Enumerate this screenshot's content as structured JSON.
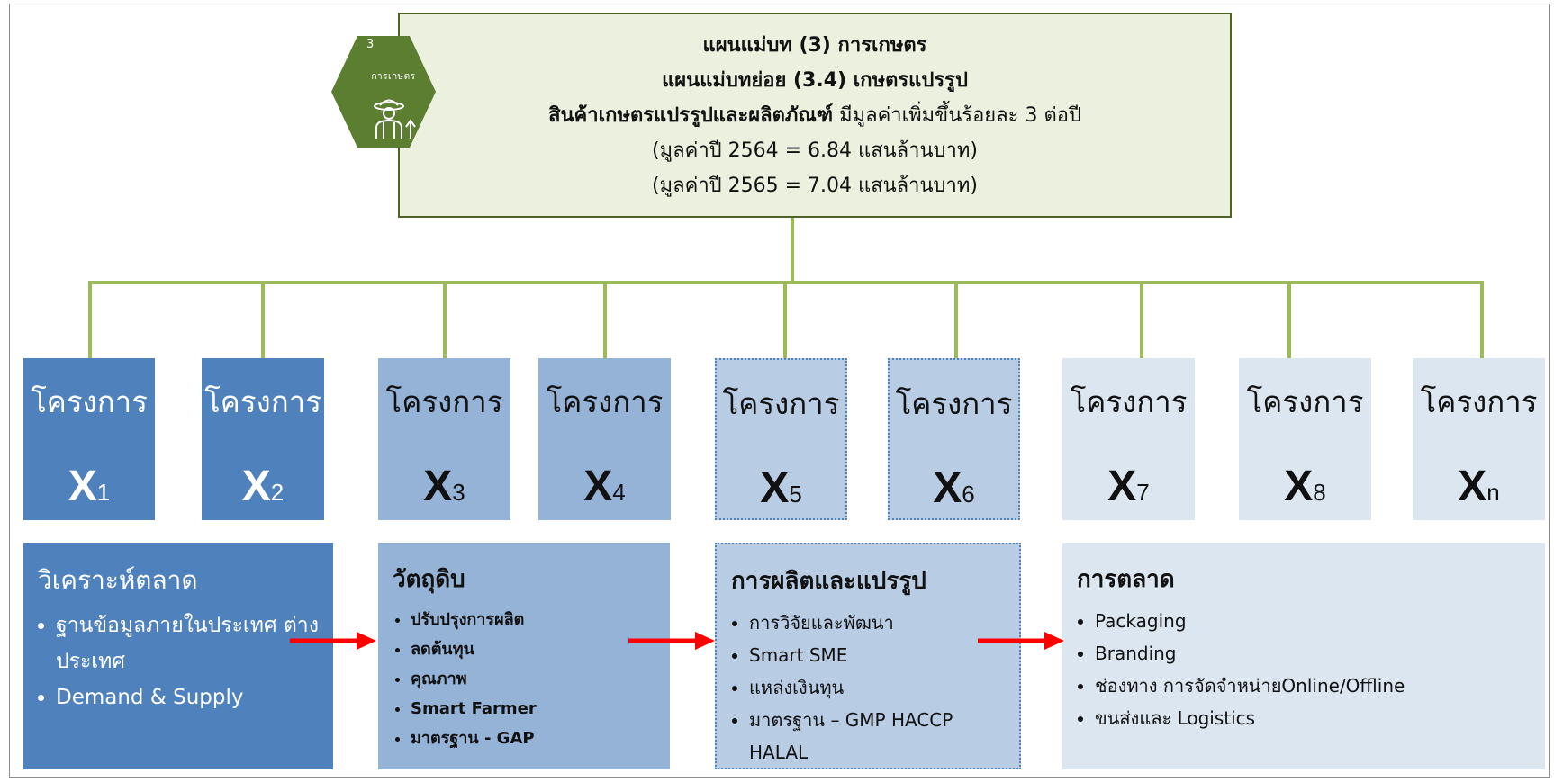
{
  "header": {
    "line1": "แผนแม่บท (3) การเกษตร",
    "line2": "แผนแม่บทย่อย (3.4) เกษตรแปรรูป",
    "line3_bold": "สินค้าเกษตรแปรรูปและผลิตภัณฑ์",
    "line3_rest": " มีมูลค่าเพิ่มขึ้นร้อยละ 3 ต่อปี",
    "line4": "(มูลค่าปี 2564 = 6.84 แสนล้านบาท)",
    "line5": "(มูลค่าปี 2565 = 7.04 แสนล้านบาท)"
  },
  "badge": {
    "number": "3",
    "label": "การเกษตร",
    "icon": "farmer-icon",
    "color": "#5b7e31"
  },
  "projects": [
    {
      "title": "โครงการ",
      "var": "X",
      "sub": "1"
    },
    {
      "title": "โครงการ",
      "var": "X",
      "sub": "2"
    },
    {
      "title": "โครงการ",
      "var": "X",
      "sub": "3"
    },
    {
      "title": "โครงการ",
      "var": "X",
      "sub": "4"
    },
    {
      "title": "โครงการ",
      "var": "X",
      "sub": "5"
    },
    {
      "title": "โครงการ",
      "var": "X",
      "sub": "6"
    },
    {
      "title": "โครงการ",
      "var": "X",
      "sub": "7"
    },
    {
      "title": "โครงการ",
      "var": "X",
      "sub": "8"
    },
    {
      "title": "โครงการ",
      "var": "X",
      "sub": "n"
    }
  ],
  "stages": [
    {
      "title": "วิเคราะห์ตลาด",
      "items": [
        "ฐานข้อมูลภายในประเทศ ต่างประเทศ",
        "Demand & Supply"
      ]
    },
    {
      "title": "วัตถุดิบ",
      "items": [
        "ปรับปรุงการผลิต",
        "ลดต้นทุน",
        "คุณภาพ",
        "Smart Farmer",
        "มาตรฐาน - GAP"
      ]
    },
    {
      "title": "การผลิตและแปรรูป",
      "items": [
        "การวิจัยและพัฒนา",
        "Smart SME",
        "แหล่งเงินทุน",
        "มาตรฐาน – GMP HACCP HALAL"
      ]
    },
    {
      "title": "การตลาด",
      "items": [
        "Packaging",
        "Branding",
        "ช่องทาง การจัดจำหน่ายOnline/Offline",
        "ขนส่งและ Logistics"
      ]
    }
  ],
  "colors": {
    "connector": "#9bbb59",
    "header_fill": "#ebf1de",
    "header_border": "#4f6228",
    "dark_blue": "#4f81bd",
    "mid_blue": "#95b3d7",
    "light_blue": "#b8cce4",
    "pale_blue": "#dce6f1",
    "arrow": "#ff0000"
  }
}
